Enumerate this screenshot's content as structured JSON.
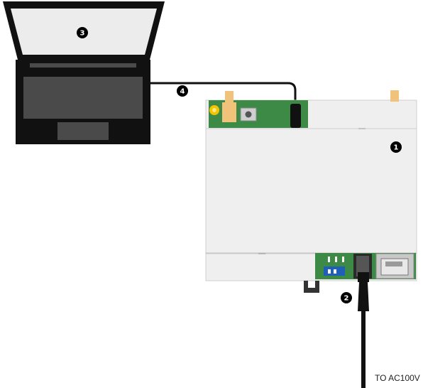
{
  "callouts": {
    "device": "1",
    "power_cable": "2",
    "laptop": "3",
    "lan_cable": "4"
  },
  "power_label": "TO AC100V",
  "colors": {
    "laptop_body": "#111111",
    "laptop_screen": "#eeeeee",
    "laptop_keyboard": "#4a4a4a",
    "device_case": "#efefef",
    "device_border": "#cfcfcf",
    "pcb_green": "#3d8a46",
    "antenna_connector": "#f0c27a",
    "cable": "#111111",
    "usb_port": "#c8c8c8",
    "dip_switch": "#1f5fb8"
  }
}
